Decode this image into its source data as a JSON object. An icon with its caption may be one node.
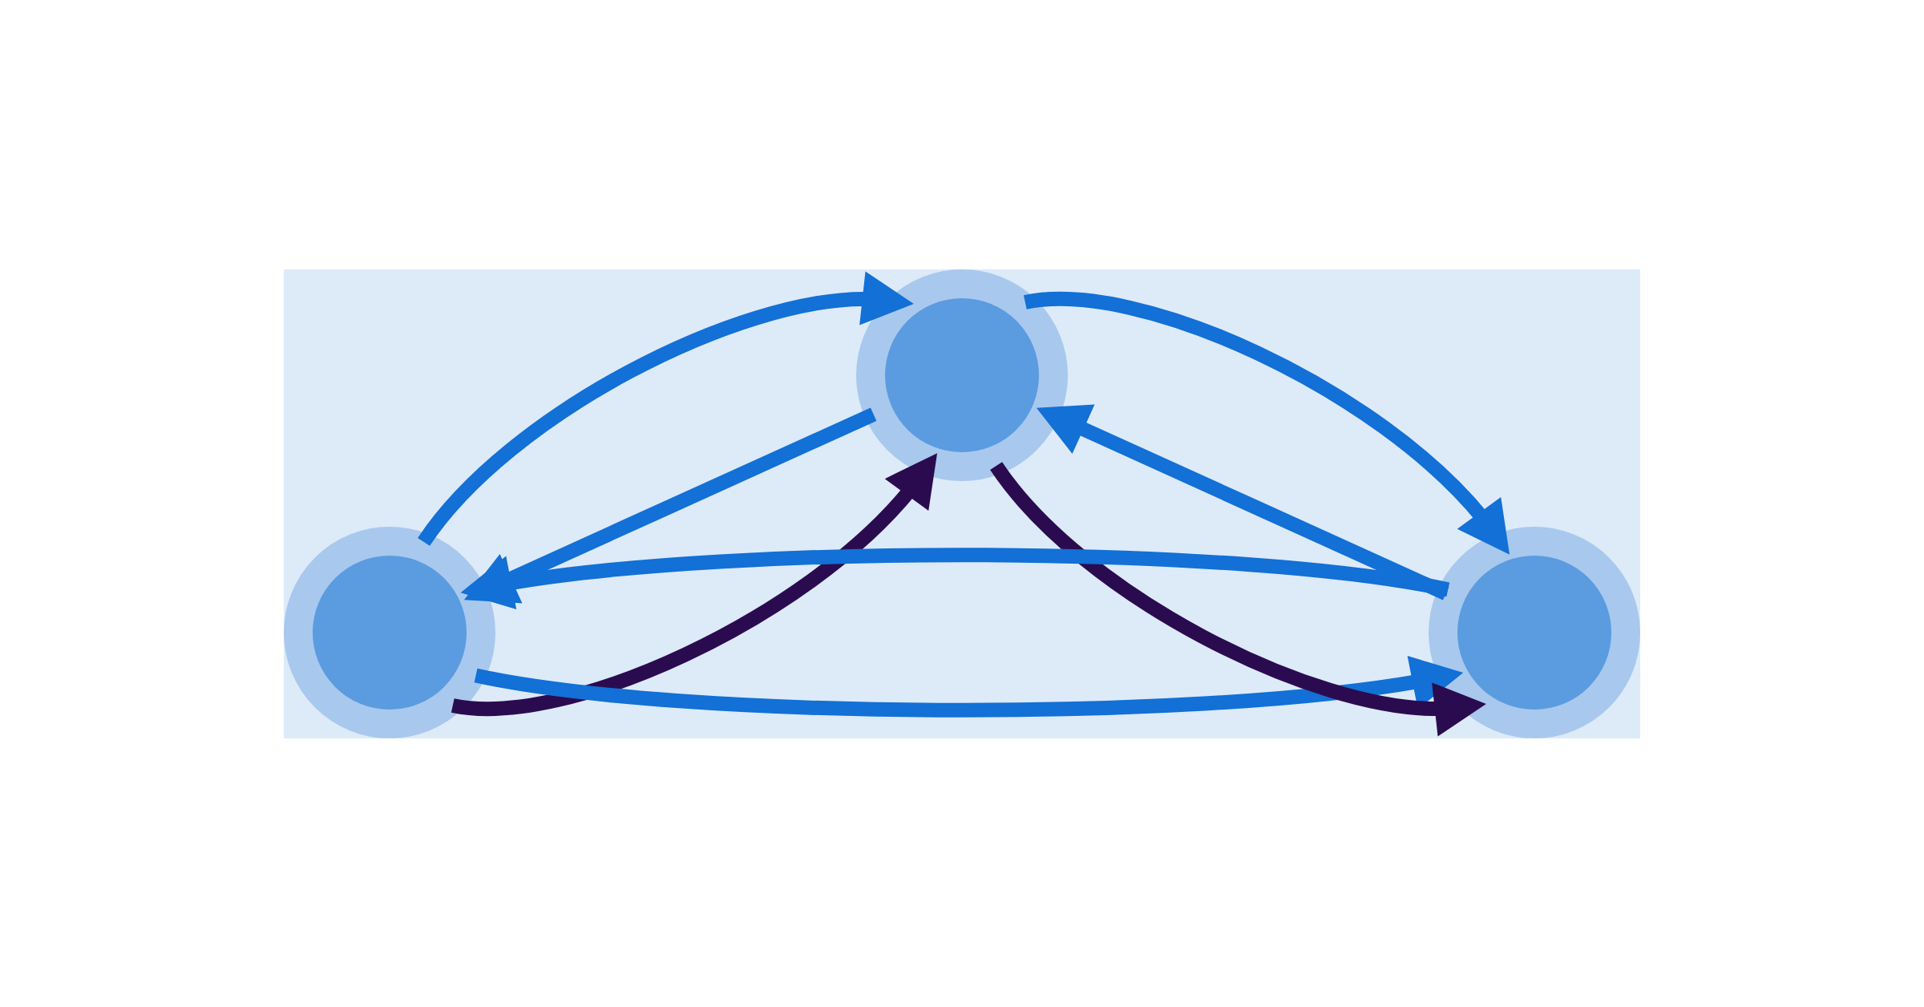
{
  "diagram": {
    "nodes": [
      {
        "text": [],
        "shape": "circle"
      },
      {
        "text": [],
        "shape": "circle"
      },
      {
        "text": [],
        "shape": "circle"
      }
    ],
    "edges": [
      {
        "from": 0,
        "to": 1,
        "arrow": "to",
        "color": "#2b0b4f"
      },
      {
        "from": 1,
        "to": 2,
        "arrow": "to",
        "color": "#2b0b4f"
      },
      {
        "from": 0,
        "to": 2,
        "arrow": "to"
      },
      {
        "from": 1,
        "to": 0,
        "arrow": "to"
      },
      {
        "from": 2,
        "to": 1,
        "arrow": "to"
      },
      {
        "from": 2,
        "to": 0,
        "arrow": "to"
      },
      {
        "from": 0,
        "to": 1,
        "arrow": "to"
      },
      {
        "from": 1,
        "to": 2,
        "arrow": "to"
      }
    ]
  }
}
